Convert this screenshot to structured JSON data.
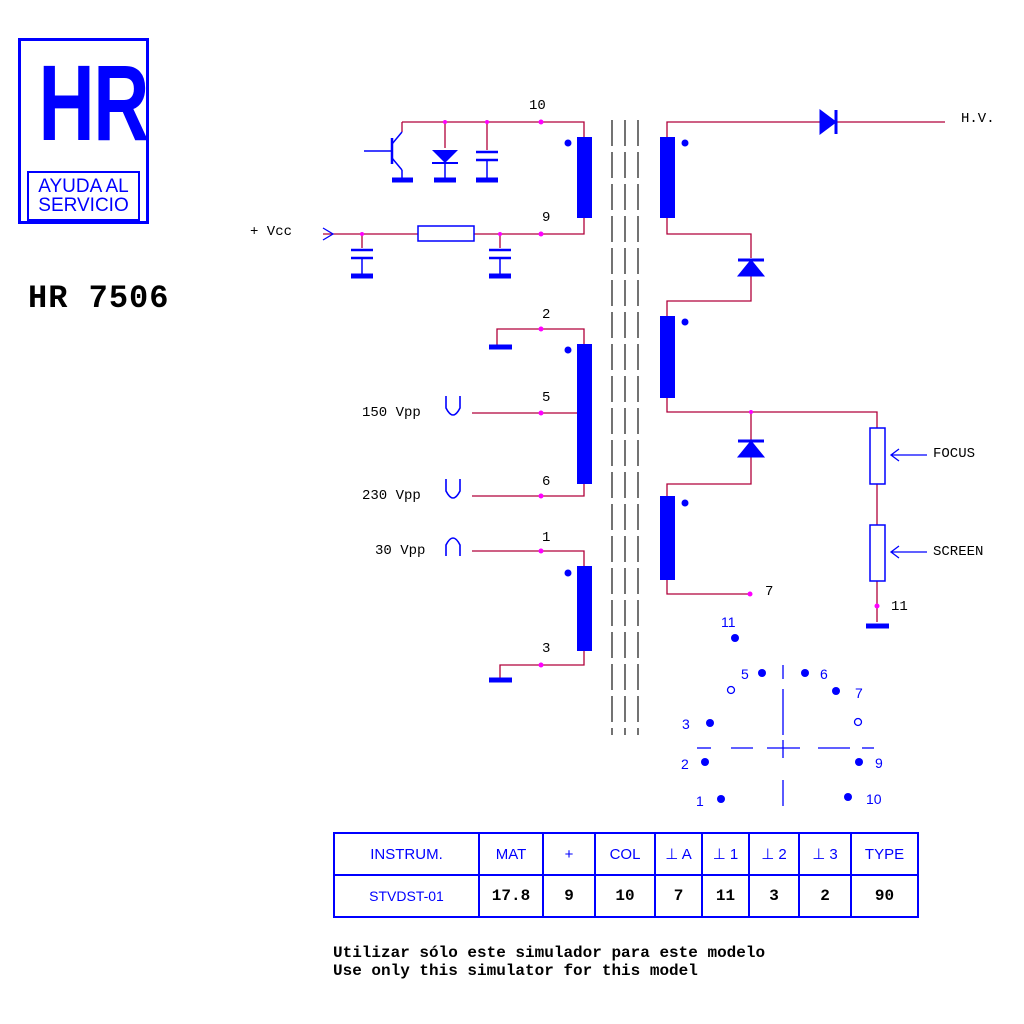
{
  "logo": {
    "mark": "HR",
    "subtitle_line1": "AYUDA AL",
    "subtitle_line2": "SERVICIO"
  },
  "model": "HR 7506",
  "labels": {
    "hv": "H.V.",
    "vcc": "+ Vcc",
    "vpp150": "150 Vpp",
    "vpp230": "230 Vpp",
    "vpp30": "30 Vpp",
    "focus": "FOCUS",
    "screen": "SCREEN"
  },
  "pins": {
    "p10": "10",
    "p9": "9",
    "p2": "2",
    "p5": "5",
    "p6": "6",
    "p1": "1",
    "p3": "3",
    "p7": "7",
    "p11": "11"
  },
  "pinout": {
    "p11": "11",
    "p5": "5",
    "p6": "6",
    "p7": "7",
    "p3": "3",
    "p2": "2",
    "p9": "9",
    "p1": "1",
    "p10": "10"
  },
  "table": {
    "headers": [
      "INSTRUM.",
      "MAT",
      "+",
      "COL",
      "⊥ A",
      "⊥ 1",
      "⊥ 2",
      "⊥ 3",
      "TYPE"
    ],
    "values": [
      "STVDST-01",
      "17.8",
      "9",
      "10",
      "7",
      "11",
      "3",
      "2",
      "90"
    ]
  },
  "notes": {
    "es": "Utilizar sólo este simulador para este modelo",
    "en": "Use only this simulator for this model"
  },
  "colors": {
    "wire": "#b0003a",
    "component": "#0000ff",
    "node": "#ff00ff",
    "text": "#000000"
  }
}
